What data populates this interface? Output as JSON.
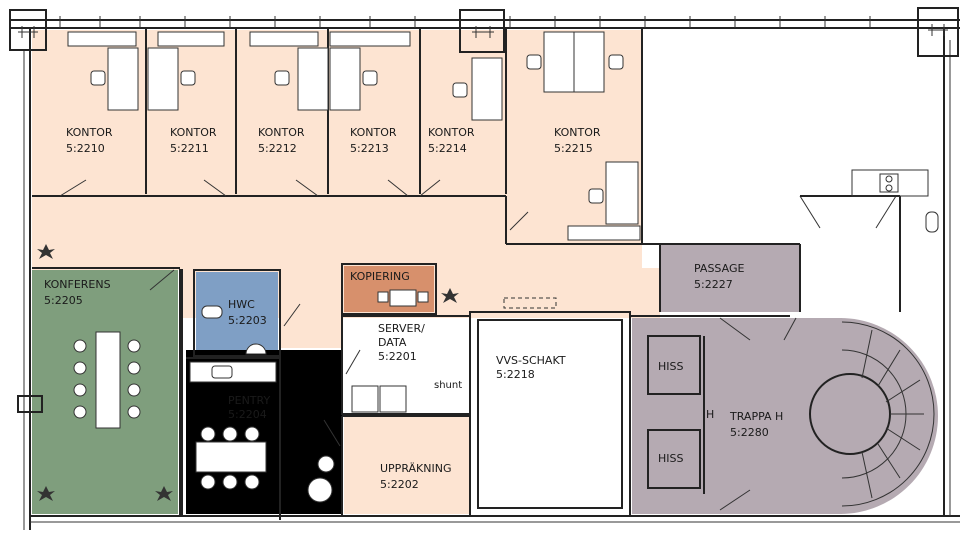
{
  "colors": {
    "office": "#fde4d2",
    "conference": "#7f9e7d",
    "hwc": "#7f9fc5",
    "pantry": "#d3ecd2",
    "copy": "#d7906c",
    "passage": "#b5aab2",
    "stair": "#b5aab2",
    "white": "#ffffff"
  },
  "rooms": {
    "kontor_2210": {
      "name": "KONTOR",
      "number": "5:2210"
    },
    "kontor_2211": {
      "name": "KONTOR",
      "number": "5:2211"
    },
    "kontor_2212": {
      "name": "KONTOR",
      "number": "5:2212"
    },
    "kontor_2213": {
      "name": "KONTOR",
      "number": "5:2213"
    },
    "kontor_2214": {
      "name": "KONTOR",
      "number": "5:2214"
    },
    "kontor_2215": {
      "name": "KONTOR",
      "number": "5:2215"
    },
    "konferens": {
      "name": "KONFERENS",
      "number": "5:2205"
    },
    "hwc": {
      "name": "HWC",
      "number": "5:2203"
    },
    "kopiering": {
      "name": "KOPIERING"
    },
    "passage": {
      "name": "PASSAGE",
      "number": "5:2227"
    },
    "server": {
      "name_line1": "SERVER/",
      "name_line2": "DATA",
      "number": "5:2201"
    },
    "vvs": {
      "name": "VVS-SCHAKT",
      "number": "5:2218"
    },
    "pentry": {
      "name": "PENTRY",
      "number": "5:2204"
    },
    "upprakning": {
      "name": "UPPRÄKNING",
      "number": "5:2202"
    },
    "trappa": {
      "name": "TRAPPA H",
      "number": "5:2280"
    }
  },
  "labels": {
    "shunt": "shunt",
    "hiss_upper": "HISS",
    "hiss_lower": "HISS",
    "stair_marker": "H"
  },
  "icons": [
    "plant-icon",
    "chair-icon",
    "toilet-icon",
    "sink-icon",
    "stove-icon"
  ]
}
